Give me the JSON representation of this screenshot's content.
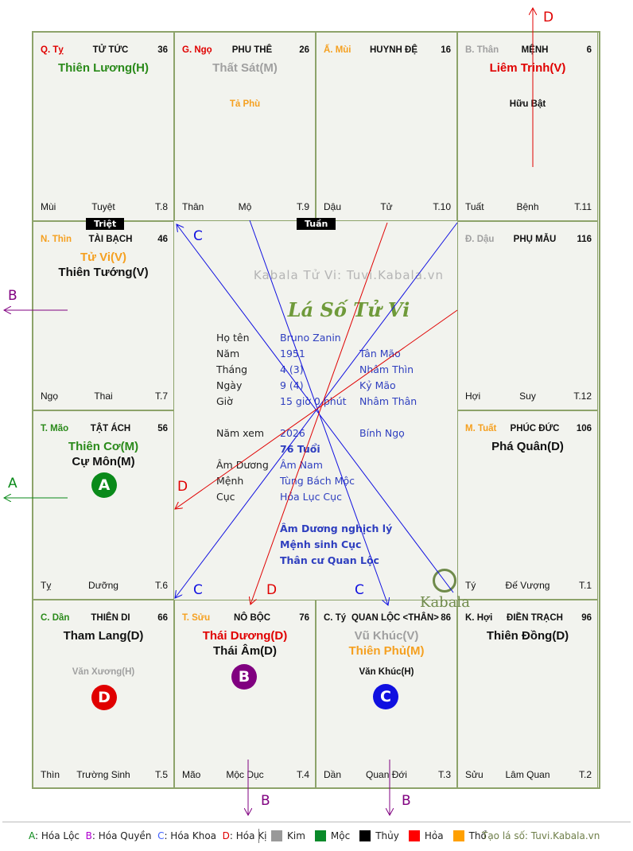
{
  "cells": [
    {
      "pos": [
        0,
        0
      ],
      "can": "Q. Tỵ",
      "can_color": "#e00000",
      "palace": "TỬ TỨC",
      "num": "36",
      "stars": [
        {
          "t": "Thiên Lương(H)",
          "c": "#2a8a1a"
        }
      ],
      "minor": [],
      "bottom": [
        "Mùi",
        "Tuyệt",
        "T.8"
      ]
    },
    {
      "pos": [
        1,
        0
      ],
      "can": "G. Ngọ",
      "can_color": "#e00000",
      "palace": "PHU THÊ",
      "num": "26",
      "stars": [
        {
          "t": "Thất Sát(M)",
          "c": "#a0a0a0"
        }
      ],
      "minor": [
        {
          "t": "Tả Phù",
          "c": "#f5a020"
        }
      ],
      "bottom": [
        "Thân",
        "Mộ",
        "T.9"
      ]
    },
    {
      "pos": [
        2,
        0
      ],
      "can": "Ấ. Mùi",
      "can_color": "#f5a020",
      "palace": "HUYNH ĐỆ",
      "num": "16",
      "stars": [],
      "minor": [],
      "bottom": [
        "Dậu",
        "Tử",
        "T.10"
      ]
    },
    {
      "pos": [
        3,
        0
      ],
      "can": "B. Thân",
      "can_color": "#a0a0a0",
      "palace": "MỆNH",
      "num": "6",
      "stars": [
        {
          "t": "Liêm Trinh(V)",
          "c": "#e00000"
        }
      ],
      "minor": [
        {
          "t": "Hữu Bật",
          "c": "#111111"
        }
      ],
      "bottom": [
        "Tuất",
        "Bệnh",
        "T.11"
      ]
    },
    {
      "pos": [
        0,
        1
      ],
      "can": "N. Thìn",
      "can_color": "#f5a020",
      "palace": "TÀI BẠCH",
      "num": "46",
      "stars": [
        {
          "t": "Tử Vi(V)",
          "c": "#f5a020"
        },
        {
          "t": "Thiên Tướng(V)",
          "c": "#111111"
        }
      ],
      "minor": [],
      "bottom": [
        "Ngọ",
        "Thai",
        "T.7"
      ]
    },
    {
      "pos": [
        3,
        1
      ],
      "can": "Đ. Dậu",
      "can_color": "#a0a0a0",
      "palace": "PHỤ MẪU",
      "num": "116",
      "stars": [],
      "minor": [],
      "bottom": [
        "Hợi",
        "Suy",
        "T.12"
      ]
    },
    {
      "pos": [
        0,
        2
      ],
      "can": "T. Mão",
      "can_color": "#2a8a1a",
      "palace": "TẬT ÁCH",
      "num": "56",
      "stars": [
        {
          "t": "Thiên Cơ(M)",
          "c": "#2a8a1a"
        },
        {
          "t": "Cự Môn(M)",
          "c": "#111111"
        }
      ],
      "minor": [],
      "bottom": [
        "Tỵ",
        "Dưỡng",
        "T.6"
      ]
    },
    {
      "pos": [
        3,
        2
      ],
      "can": "M. Tuất",
      "can_color": "#f5a020",
      "palace": "PHÚC ĐỨC",
      "num": "106",
      "stars": [
        {
          "t": "Phá Quân(D)",
          "c": "#111111"
        }
      ],
      "minor": [],
      "bottom": [
        "Tý",
        "Đế Vượng",
        "T.1"
      ]
    },
    {
      "pos": [
        0,
        3
      ],
      "can": "C. Dần",
      "can_color": "#2a8a1a",
      "palace": "THIÊN DI",
      "num": "66",
      "stars": [
        {
          "t": "Tham Lang(D)",
          "c": "#111111"
        }
      ],
      "minor": [
        {
          "t": "Văn Xương(H)",
          "c": "#a0a0a0"
        }
      ],
      "bottom": [
        "Thìn",
        "Trường Sinh",
        "T.5"
      ]
    },
    {
      "pos": [
        1,
        3
      ],
      "can": "T. Sửu",
      "can_color": "#f5a020",
      "palace": "NÔ BỘC",
      "num": "76",
      "stars": [
        {
          "t": "Thái Dương(D)",
          "c": "#e00000"
        },
        {
          "t": "Thái Âm(D)",
          "c": "#111111"
        }
      ],
      "minor": [],
      "bottom": [
        "Mão",
        "Mộc Dục",
        "T.4"
      ]
    },
    {
      "pos": [
        2,
        3
      ],
      "can": "C. Tý",
      "can_color": "#111111",
      "palace": "QUAN LỘC <THÂN>",
      "num": "86",
      "stars": [
        {
          "t": "Vũ Khúc(V)",
          "c": "#a0a0a0"
        },
        {
          "t": "Thiên Phủ(M)",
          "c": "#f5a020"
        }
      ],
      "minor": [
        {
          "t": "Văn Khúc(H)",
          "c": "#111111"
        }
      ],
      "bottom": [
        "Dần",
        "Quan Đới",
        "T.3"
      ]
    },
    {
      "pos": [
        3,
        3
      ],
      "can": "K. Hợi",
      "can_color": "#111111",
      "palace": "ĐIỀN TRẠCH",
      "num": "96",
      "stars": [
        {
          "t": "Thiên Đồng(D)",
          "c": "#111111"
        }
      ],
      "minor": [],
      "bottom": [
        "Sửu",
        "Lâm Quan",
        "T.2"
      ]
    }
  ],
  "tags": {
    "triet": "Triệt",
    "tuan": "Tuần"
  },
  "center": {
    "watermark": "Kabala Tử Vi: Tuvi.Kabala.vn",
    "title": "Lá Số Tử Vi",
    "rows": [
      {
        "l": "Họ tên",
        "v": "Bruno Zanin",
        "e": ""
      },
      {
        "l": "Năm",
        "v": "1951",
        "e": "Tân Mão"
      },
      {
        "l": "Tháng",
        "v": "4  (3)",
        "e": "Nhâm Thìn"
      },
      {
        "l": "Ngày",
        "v": "9  (4)",
        "e": "Kỷ Mão"
      },
      {
        "l": "Giờ",
        "v": "15 giờ 0 phút",
        "e": "Nhâm Thân"
      },
      {
        "l": "Năm xem",
        "v": "2026",
        "e": "Bính Ngọ"
      },
      {
        "l": "",
        "v": "76 Tuổi",
        "e": "",
        "b": true
      },
      {
        "l": "Âm Dương",
        "v": "Âm Nam",
        "e": ""
      },
      {
        "l": "Mệnh",
        "v": "Tùng Bách Mộc",
        "e": ""
      },
      {
        "l": "Cục",
        "v": "Hỏa Lục Cục",
        "e": ""
      }
    ],
    "notes": [
      "Âm Dương nghịch lý",
      "Mệnh sinh Cục",
      "Thân cư Quan Lộc"
    ],
    "logo": "Kabala"
  },
  "circles": [
    {
      "t": "A",
      "c": "#0a8a1a"
    },
    {
      "t": "B",
      "c": "#800080"
    },
    {
      "t": "C",
      "c": "#1010e0"
    },
    {
      "t": "D",
      "c": "#e00000"
    }
  ],
  "arrow_labels": {
    "d_top": "D",
    "b_left": "B",
    "a_left": "A",
    "c1": "C",
    "c2": "C",
    "c3": "C",
    "d1": "D",
    "d2": "D",
    "b_bot1": "B",
    "b_bot2": "B"
  },
  "legend": {
    "a": "A",
    "a_text": ": Hóa Lộc",
    "b": "B",
    "b_text": ": Hóa Quyền",
    "c": "C",
    "c_text": ": Hóa Khoa",
    "d": "D",
    "d_text": ": Hóa Kị",
    "elements": [
      {
        "t": "Kim",
        "c": "#999999"
      },
      {
        "t": "Mộc",
        "c": "#0a8a2a"
      },
      {
        "t": "Thủy",
        "c": "#000000"
      },
      {
        "t": "Hỏa",
        "c": "#ff0000"
      },
      {
        "t": "Thổ",
        "c": "#ffa000"
      }
    ],
    "credit": "Tạo lá số: Tuvi.Kabala.vn"
  }
}
